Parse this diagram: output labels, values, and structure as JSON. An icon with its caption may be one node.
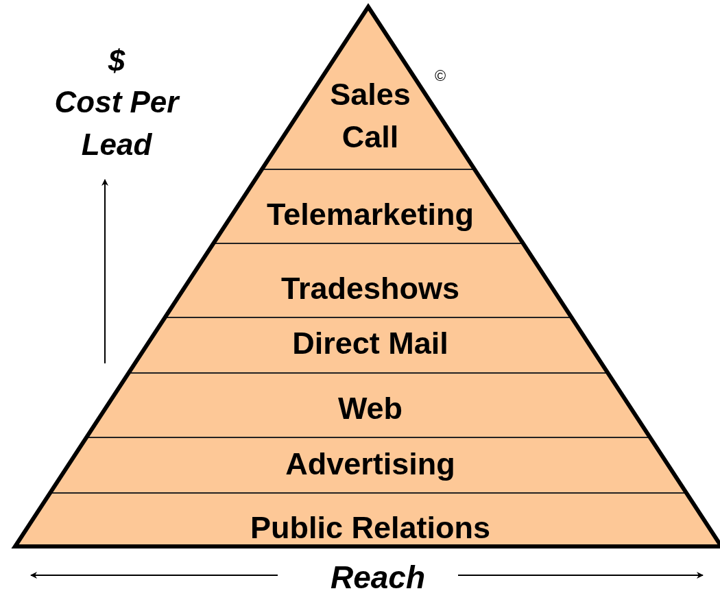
{
  "diagram": {
    "nodes": [
      {
        "text": [
          "Sales Call"
        ]
      },
      {
        "text": [
          "Telemarketing"
        ]
      },
      {
        "text": [
          "Tradeshows"
        ]
      },
      {
        "text": [
          "Direct Mail"
        ]
      },
      {
        "text": [
          "Web"
        ]
      },
      {
        "text": [
          "Advertising"
        ]
      },
      {
        "text": [
          "Public Relations"
        ]
      }
    ],
    "labels": [
      "$",
      "Cost Per Lead",
      "©",
      "Reach"
    ]
  }
}
